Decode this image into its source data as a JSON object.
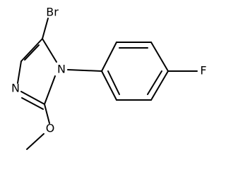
{
  "structure": {
    "atoms": {
      "bromine": "Br",
      "fluorine": "F",
      "ring_nitrogen_n1": "N",
      "ring_nitrogen_n3": "N",
      "methoxy_oxygen": "O"
    }
  },
  "colors": {
    "bond": "#000000",
    "label": "#000000",
    "background": "#ffffff"
  }
}
